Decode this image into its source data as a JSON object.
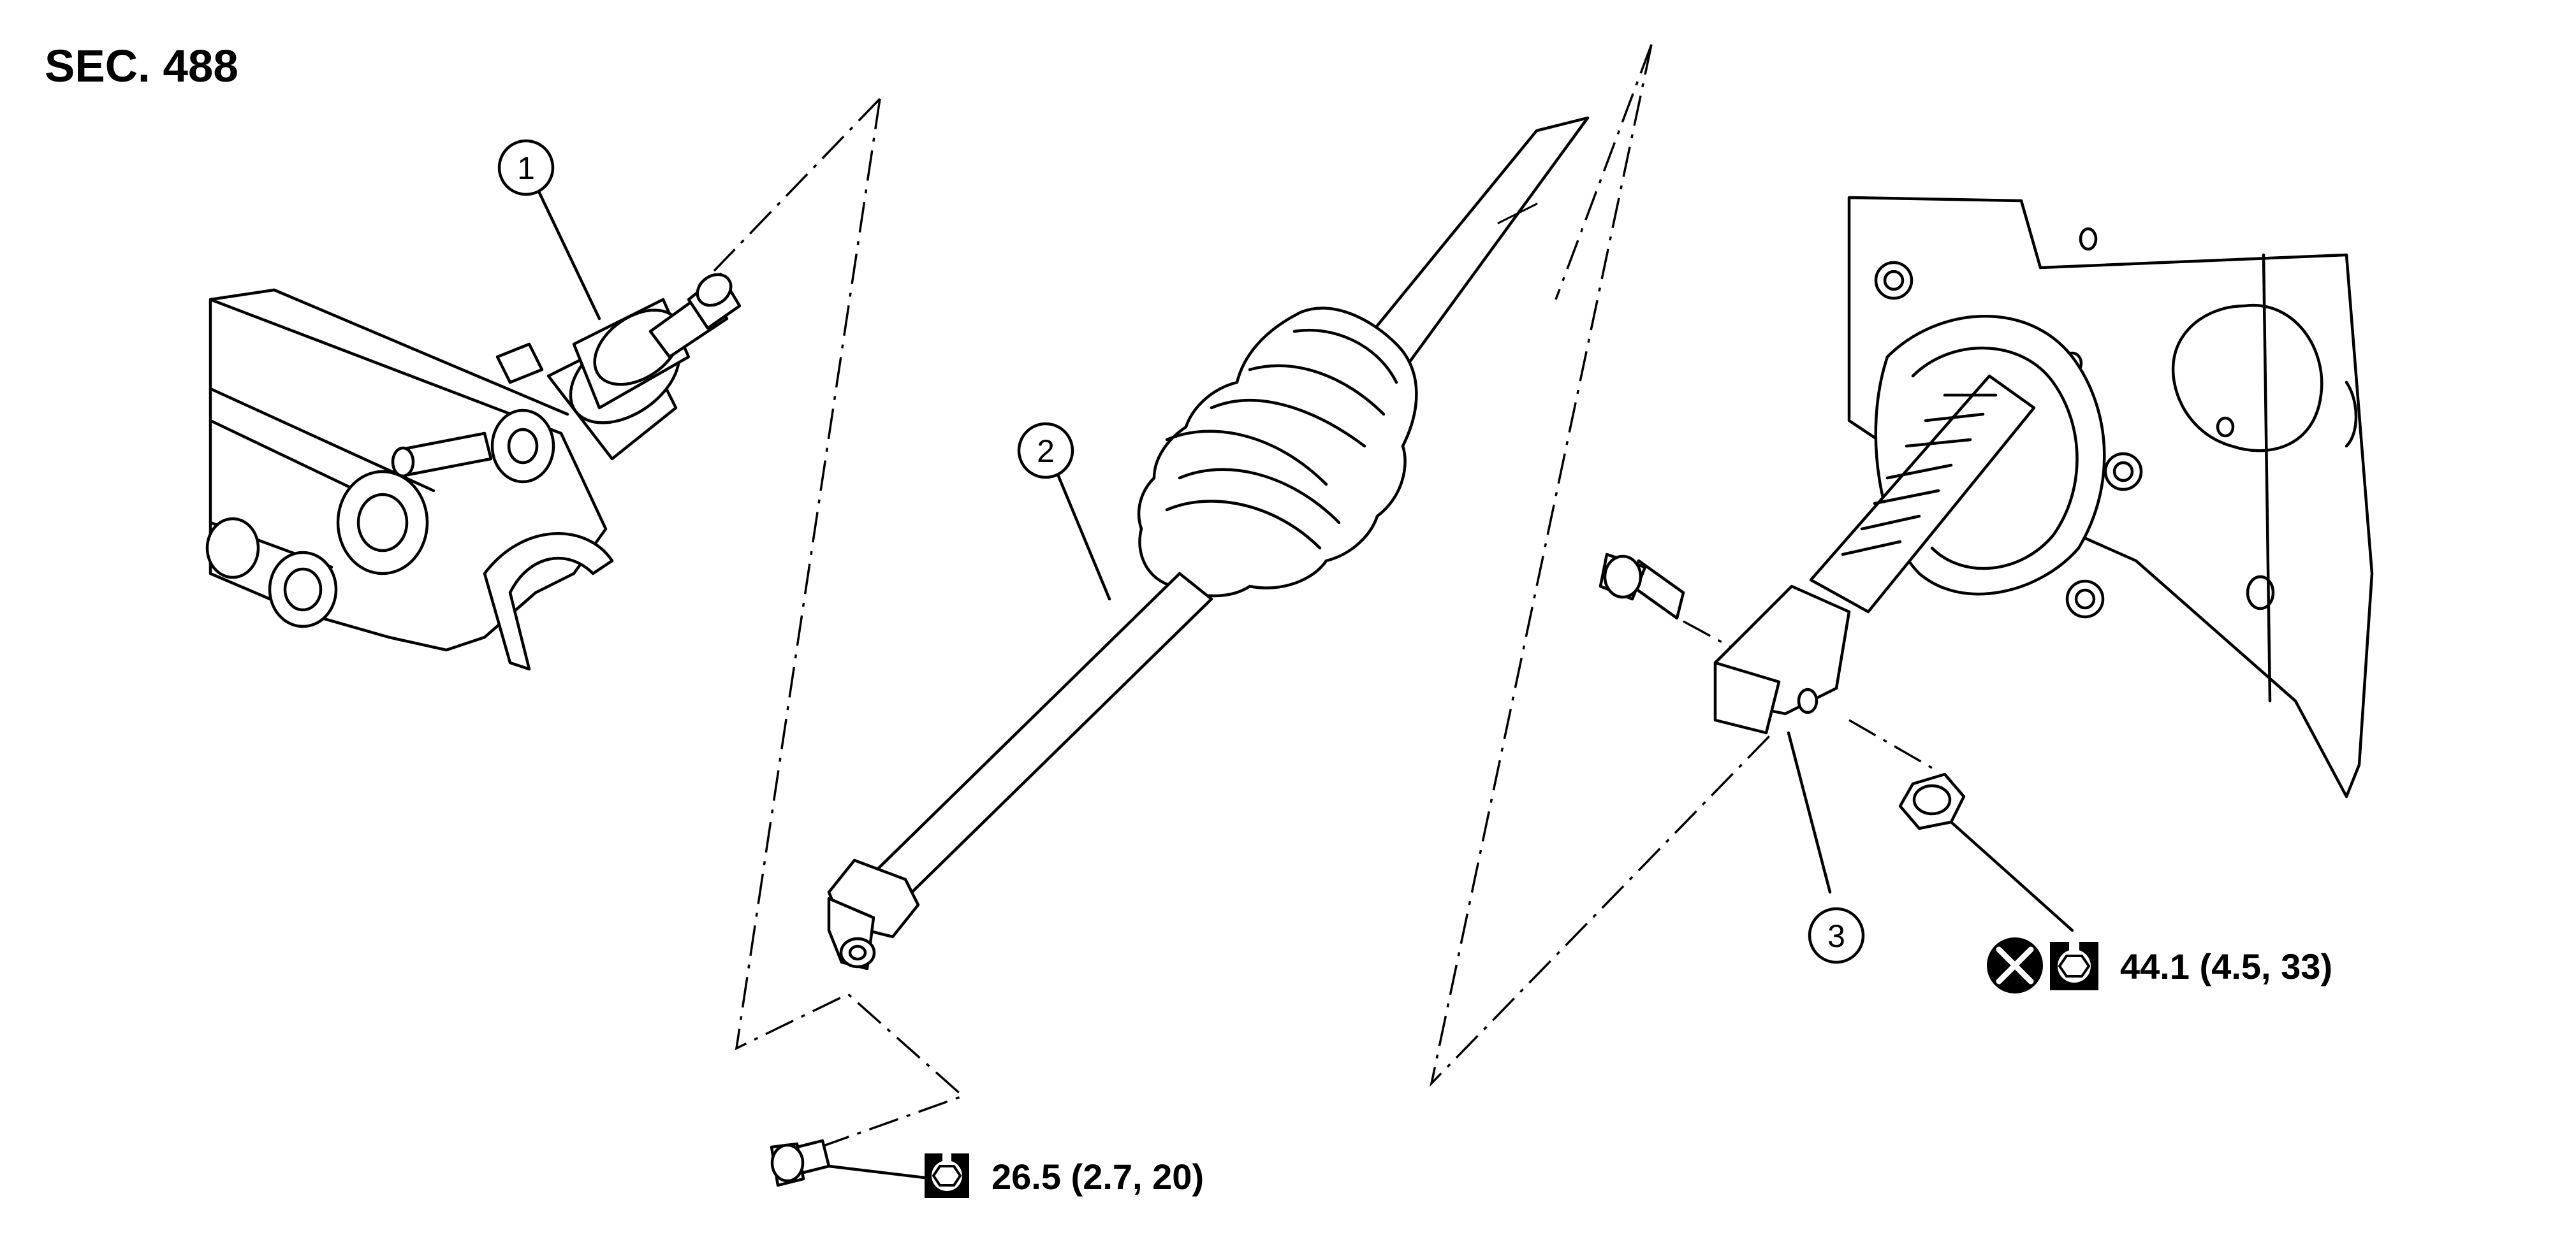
{
  "section_label": "SEC. 488",
  "callouts": {
    "part1": "1",
    "part2": "2",
    "part3": "3"
  },
  "torque_specs": {
    "bolt_26": "26.5 (2.7, 20)",
    "nut_44": "44.1 (4.5, 33)"
  },
  "icons": {
    "torque_icon": "torque-wrench-icon",
    "non_reusable_icon": "non-reusable-part-icon"
  },
  "colors": {
    "line": "#000000",
    "background": "#ffffff"
  }
}
